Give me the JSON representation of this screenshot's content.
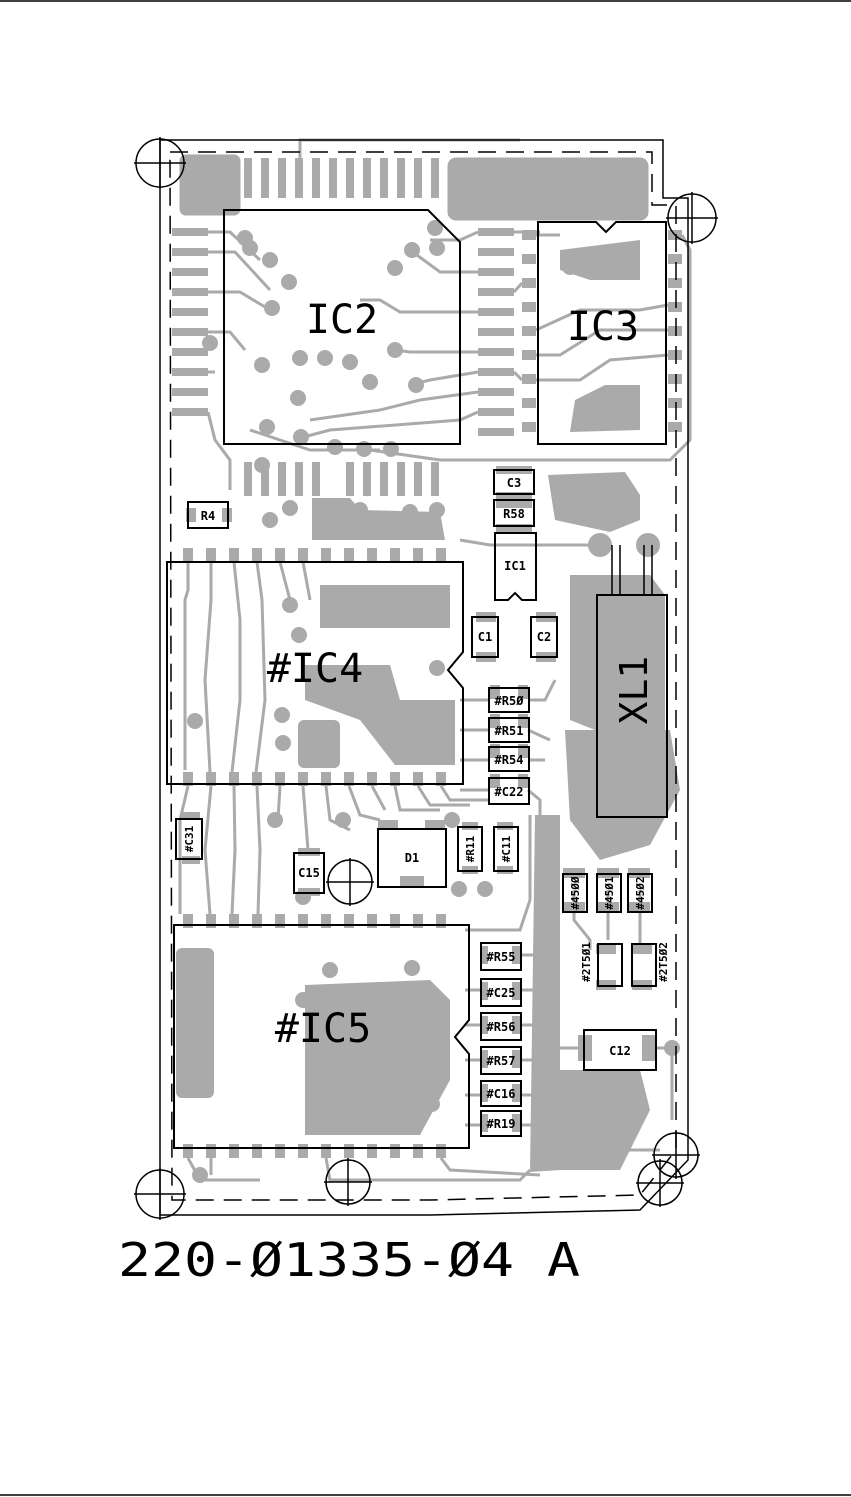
{
  "colors": {
    "copper": "#aaaaaa",
    "outline": "#000000",
    "background": "#ffffff"
  },
  "part_number": "220-Ø1335-Ø4  A",
  "labels": {
    "ic2": "IC2",
    "ic3": "IC3",
    "ic4": "#IC4",
    "ic5": "#IC5",
    "xl1": "XL1",
    "ic1": "IC1",
    "d1": "D1",
    "c1": "C1",
    "c2": "C2",
    "c3": "C3",
    "r58": "R58",
    "r4": "R4",
    "c31": "#C31",
    "c15": "C15",
    "r11": "#R11",
    "c11": "#C11",
    "r50": "#R5Ø",
    "r51": "#R51",
    "r54": "#R54",
    "c22": "#C22",
    "r55": "#R55",
    "c25": "#C25",
    "r56": "#R56",
    "r57": "#R57",
    "c16": "#C16",
    "r19": "#R19",
    "q4500": "#45ØØ",
    "q4501": "#45Ø1",
    "q4502": "#45Ø2",
    "t501": "#2T5Ø1",
    "t502": "#2T5Ø2",
    "c12": "C12"
  }
}
